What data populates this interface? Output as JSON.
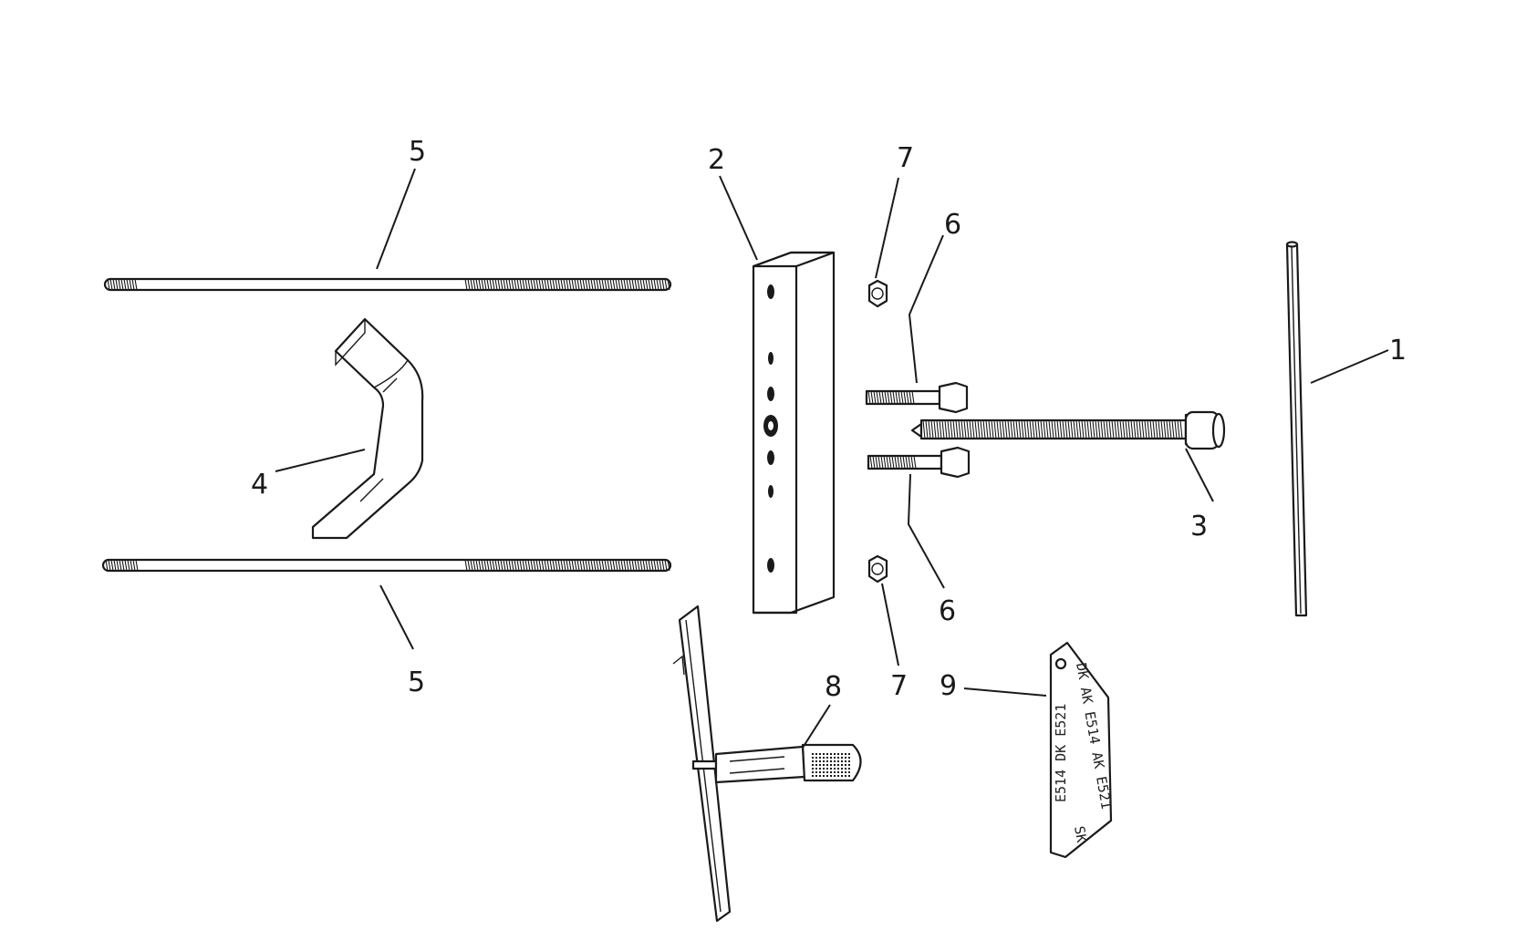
{
  "callouts": {
    "c1": "1",
    "c2": "2",
    "c3": "3",
    "c4": "4",
    "c5_top": "5",
    "c5_bottom": "5",
    "c6_top": "6",
    "c6_bottom": "6",
    "c7_top": "7",
    "c7_bottom": "7",
    "c8": "8",
    "c9": "9"
  },
  "plate_markings": {
    "line1": "DK AK E514 AK E521",
    "line2": "E514 DK E521",
    "corner": "SK"
  },
  "colors": {
    "ink": "#1a1a1a",
    "background": "#ffffff"
  }
}
